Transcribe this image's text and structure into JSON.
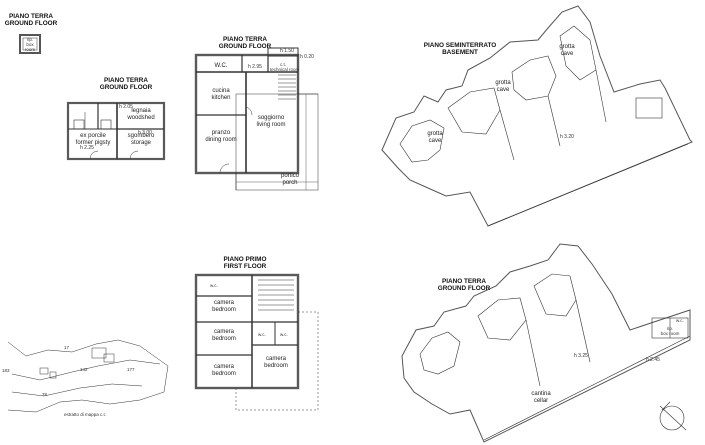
{
  "sheets": {
    "ground_small": {
      "title_it": "PIANO TERRA",
      "title_en": "GROUND FLOOR",
      "room_it": "rip.",
      "room_en1": "box",
      "room_en2": "room"
    },
    "ground_annex": {
      "title_it": "PIANO TERRA",
      "title_en": "GROUND FLOOR",
      "rooms": {
        "woodshed_it": "legnaia",
        "woodshed_en": "woodshed",
        "pigsty_it": "ex porcile",
        "pigsty_en": "former pigsty",
        "storage_it": "sgombero",
        "storage_en": "storage"
      },
      "dims": {
        "h1": "h 2.05",
        "h2": "h 3.00",
        "h3": "h 2.25"
      }
    },
    "ground_main": {
      "title_it": "PIANO TERRA",
      "title_en": "GROUND FLOOR",
      "rooms": {
        "wc": "W.C.",
        "kitchen_it": "cucina",
        "kitchen_en": "kitchen",
        "living_it": "soggiorno",
        "living_en": "living room",
        "dining_it": "pranzo",
        "dining_en": "dining room",
        "porch_it": "portico",
        "porch_en": "porch",
        "cw": "c.t.",
        "cw_en": "technical room"
      },
      "dims": {
        "h1": "h 1.50",
        "h2": "h 0.20",
        "h3": "h 2.95"
      }
    },
    "first_floor": {
      "title_it": "PIANO PRIMO",
      "title_en": "FIRST FLOOR",
      "rooms": {
        "wc_small": "w.c.",
        "bed1_it": "camera",
        "bed1_en": "bedroom",
        "bed2_it": "camera",
        "bed2_en": "bedroom",
        "bed3_it": "camera",
        "bed3_en": "bedroom",
        "bed4_it": "camera",
        "bed4_en": "bedroom",
        "wc2": "w.c.",
        "wc3": "w.c."
      }
    },
    "basement": {
      "title_it": "PIANO SEMINTERRATO",
      "title_en": "BASEMENT",
      "rooms": {
        "cave1_it": "grotta",
        "cave1_en": "cave",
        "cave2_it": "grotta",
        "cave2_en": "cave",
        "cave3_it": "grotta",
        "cave3_en": "cave"
      },
      "dims": {
        "h1": "h 3.20"
      }
    },
    "ground_cellar": {
      "title_it": "PIANO TERRA",
      "title_en": "GROUND FLOOR",
      "rooms": {
        "cellar_it": "cantina",
        "cellar_en": "cellar",
        "box_it": "rip.",
        "box_en": "box room",
        "wc": "w.c."
      },
      "dims": {
        "h1": "h 3.25",
        "h2": "h 2.45"
      }
    },
    "cadastral": {
      "caption": "estratto di mappa c.t.",
      "parcels": {
        "p17": "17",
        "p142": "142",
        "p177": "177",
        "p183": "183",
        "p78": "78"
      }
    }
  },
  "colors": {
    "wall": "#5a5a5a",
    "line": "#333333",
    "hatch": "#9a9a9a"
  }
}
